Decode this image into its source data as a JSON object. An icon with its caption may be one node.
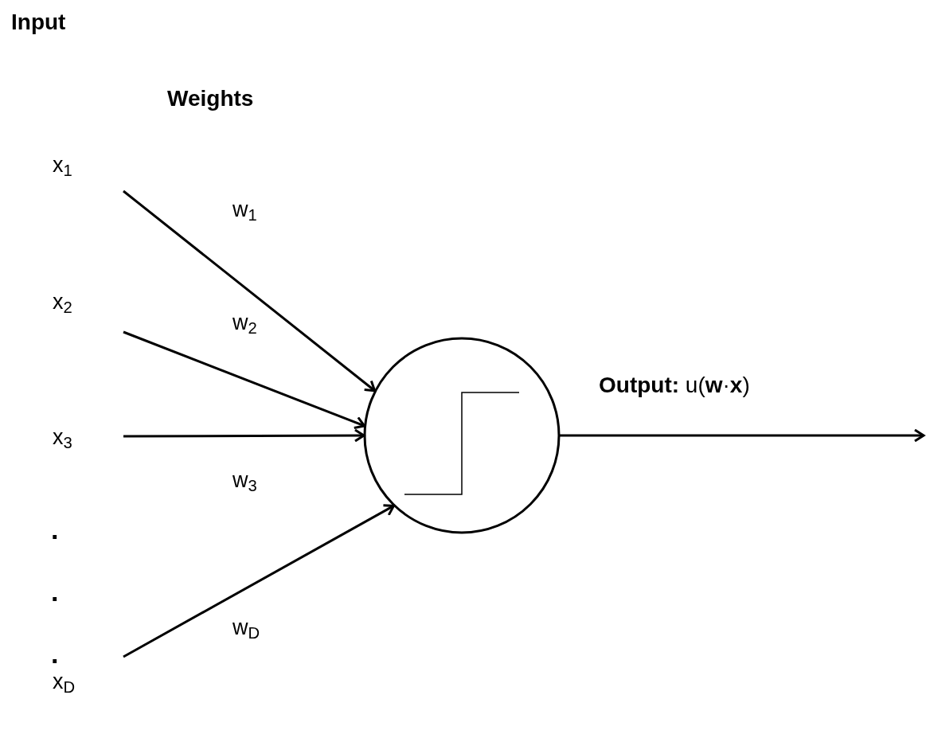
{
  "diagram": {
    "title": "Input",
    "nodes": [
      {
        "text": [
          "x$_{1}$"
        ]
      },
      {
        "text": [
          "x$_{2}$"
        ]
      },
      {
        "text": [
          "x$_{3}$"
        ]
      },
      {
        "text": [
          "x$_{D}$"
        ]
      },
      {
        "text": [],
        "shape": "circle"
      }
    ],
    "edges": [
      {
        "from": 0,
        "to": 4,
        "arrow": "to",
        "label": "w$_{1}$"
      },
      {
        "from": 1,
        "to": 4,
        "arrow": "to",
        "label": "w$_{2}$"
      },
      {
        "from": 2,
        "to": 4,
        "arrow": "to",
        "label": "w$_{3}$"
      },
      {
        "from": 3,
        "to": 4,
        "arrow": "to",
        "label": "w$_{D}$"
      },
      {
        "from": 4,
        "to": null,
        "arrow": "to",
        "label": "**Output:** u(**w**·**x**)"
      }
    ],
    "labels": [
      "Weights",
      ".",
      ".",
      "."
    ]
  }
}
